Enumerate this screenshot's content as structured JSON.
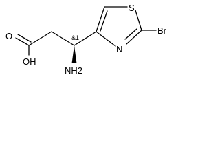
{
  "molecule": {
    "atoms": {
      "hydroxyl": "OH",
      "carbonyl_oxygen": "O",
      "amine": "NH2",
      "sulfur": "S",
      "ring_nitrogen": "N",
      "bromine": "Br"
    },
    "stereo_label": "&1"
  },
  "colors": {
    "bond": "#000000",
    "text": "#000000",
    "background": "#ffffff"
  }
}
